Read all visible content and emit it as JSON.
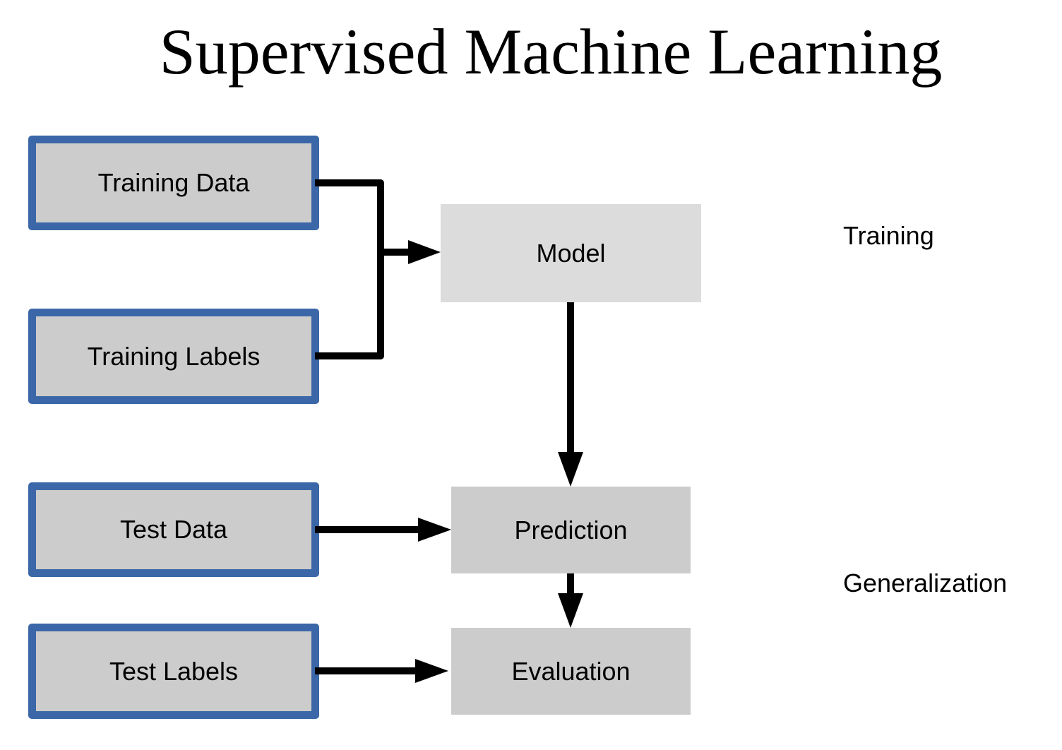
{
  "title": "Supervised Machine Learning",
  "inputs": {
    "training_data": "Training Data",
    "training_labels": "Training Labels",
    "test_data": "Test Data",
    "test_labels": "Test Labels"
  },
  "processes": {
    "model": "Model",
    "prediction": "Prediction",
    "evaluation": "Evaluation"
  },
  "stages": {
    "training": "Training",
    "generalization": "Generalization"
  },
  "colors": {
    "input_border": "#3b67a8",
    "input_fill": "#cccccc",
    "model_fill": "#dcdcdc",
    "process_fill": "#cccccc",
    "arrow": "#000000"
  }
}
